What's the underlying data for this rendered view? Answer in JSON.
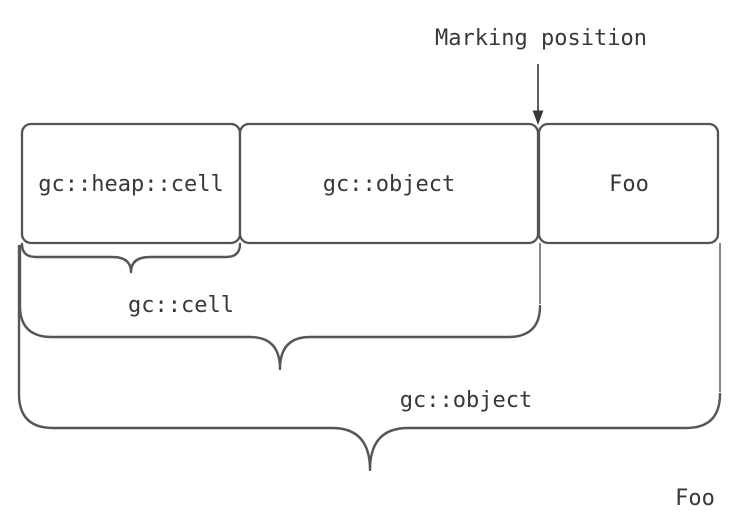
{
  "annotation": {
    "label": "Marking position"
  },
  "boxes": [
    {
      "label": "gc::heap::cell"
    },
    {
      "label": "gc::object"
    },
    {
      "label": "Foo"
    }
  ],
  "braces": [
    {
      "label": "gc::cell"
    },
    {
      "label": "gc::object"
    },
    {
      "label": "Foo"
    }
  ],
  "colors": {
    "box_stroke": "#545454",
    "brace_stroke": "#565656",
    "text": "#383838",
    "background": "#ffffff"
  }
}
